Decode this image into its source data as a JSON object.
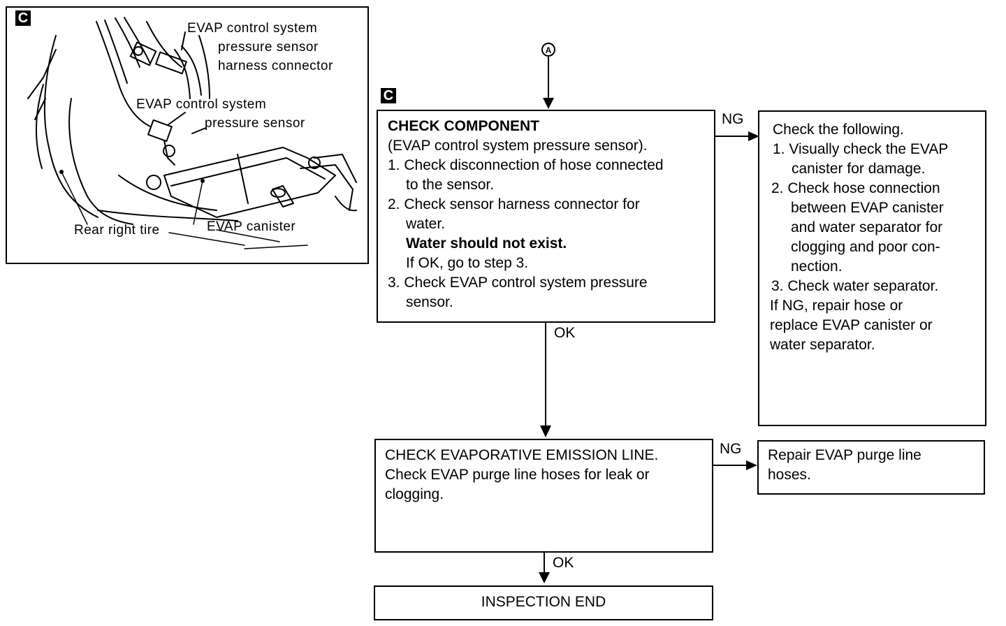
{
  "illustration": {
    "tag": "C",
    "labels": {
      "sensor_connector_1": "EVAP control system",
      "sensor_connector_2": "pressure sensor",
      "sensor_connector_3": "harness connector",
      "sensor_1": "EVAP control system",
      "sensor_2": "pressure sensor",
      "tire": "Rear right tire",
      "canister": "EVAP canister"
    }
  },
  "connector": {
    "symbol": "A"
  },
  "flow": {
    "tag": "C",
    "check_component": {
      "title": "CHECK COMPONENT",
      "lines": [
        "(EVAP control system pressure sensor).",
        "1. Check disconnection of hose connected",
        "to the sensor.",
        "2. Check sensor harness connector for",
        "water.",
        "Water should not exist.",
        "If OK, go to step 3.",
        "3. Check EVAP control system pressure",
        "sensor."
      ]
    },
    "check_following": {
      "lines": [
        "Check the following.",
        "1. Visually check the EVAP",
        "canister for damage.",
        "2. Check hose connection",
        "between EVAP canister",
        "and water separator for",
        "clogging and poor con-",
        "nection.",
        "3. Check water separator.",
        "If NG, repair hose or",
        "replace EVAP canister or",
        "water separator."
      ]
    },
    "check_evap_line": {
      "lines": [
        "CHECK EVAPORATIVE EMISSION LINE.",
        "Check EVAP purge line hoses for leak or",
        "clogging."
      ]
    },
    "repair": {
      "lines": [
        "Repair EVAP purge line",
        "hoses."
      ]
    },
    "end": {
      "label": "INSPECTION END"
    },
    "edge_labels": {
      "ng1": "NG",
      "ok1": "OK",
      "ng2": "NG",
      "ok2": "OK"
    }
  }
}
